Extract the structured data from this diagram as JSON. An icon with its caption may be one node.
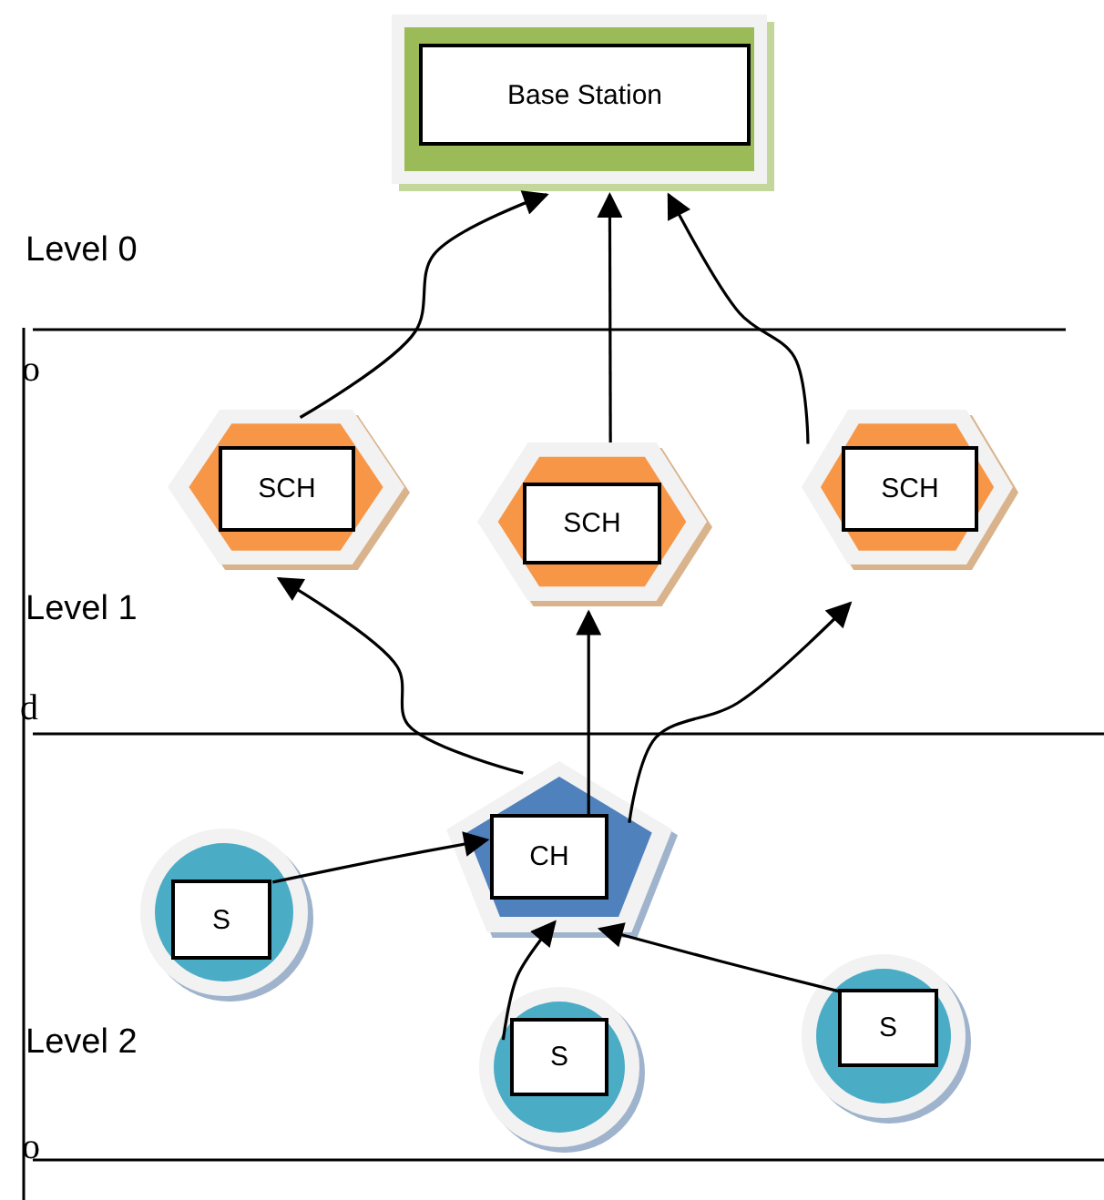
{
  "diagram": {
    "nodes": [
      {
        "text": [
          "Base Station"
        ]
      },
      {
        "text": [
          "SCH"
        ]
      },
      {
        "text": [
          "SCH"
        ]
      },
      {
        "text": [
          "SCH"
        ]
      },
      {
        "text": [
          "CH"
        ]
      },
      {
        "text": [
          "S"
        ]
      },
      {
        "text": [
          "S"
        ]
      },
      {
        "text": [
          "S"
        ]
      }
    ],
    "edges": [
      {
        "from": 1,
        "to": 0,
        "arrow": "to"
      },
      {
        "from": 2,
        "to": 0,
        "arrow": "to"
      },
      {
        "from": 3,
        "to": 0,
        "arrow": "to"
      },
      {
        "from": 4,
        "to": 1,
        "arrow": "to"
      },
      {
        "from": 4,
        "to": 2,
        "arrow": "to"
      },
      {
        "from": 4,
        "to": 3,
        "arrow": "to"
      },
      {
        "from": 5,
        "to": 4,
        "arrow": "to"
      },
      {
        "from": 6,
        "to": 4,
        "arrow": "to"
      },
      {
        "from": 7,
        "to": 4,
        "arrow": "to"
      }
    ],
    "labels": [
      "Level 0",
      "o",
      "Level 1",
      "d",
      "Level 2",
      "o"
    ]
  }
}
